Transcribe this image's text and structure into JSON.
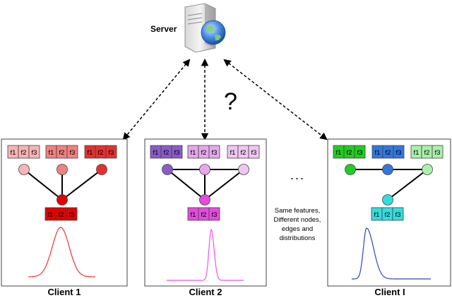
{
  "server": {
    "label": "Server",
    "icon": "server-globe-icon"
  },
  "question_mark": "?",
  "ellipsis": "...",
  "note_lines": [
    "Same features,",
    "Different nodes,",
    "edges and",
    "distributions"
  ],
  "feature_labels": [
    "f1",
    "f2",
    "f3"
  ],
  "clients": [
    {
      "label": "Client 1",
      "colors": {
        "light": "#f7b4b4",
        "mid": "#f28080",
        "strong": "#e53030",
        "dark": "#e30000",
        "curve": "#ee3333"
      }
    },
    {
      "label": "Client 2",
      "colors": {
        "dark": "#8a5cc8",
        "light": "#e6a8ea",
        "lighter": "#efc6f2",
        "strong": "#e34cdf",
        "curve": "#ee55ee"
      }
    },
    {
      "label": "Client I",
      "colors": {
        "green": "#22cc22",
        "blue": "#3377dd",
        "lightgreen": "#aaf0aa",
        "cyan": "#33dddd",
        "curve": "#3344bb"
      }
    }
  ]
}
